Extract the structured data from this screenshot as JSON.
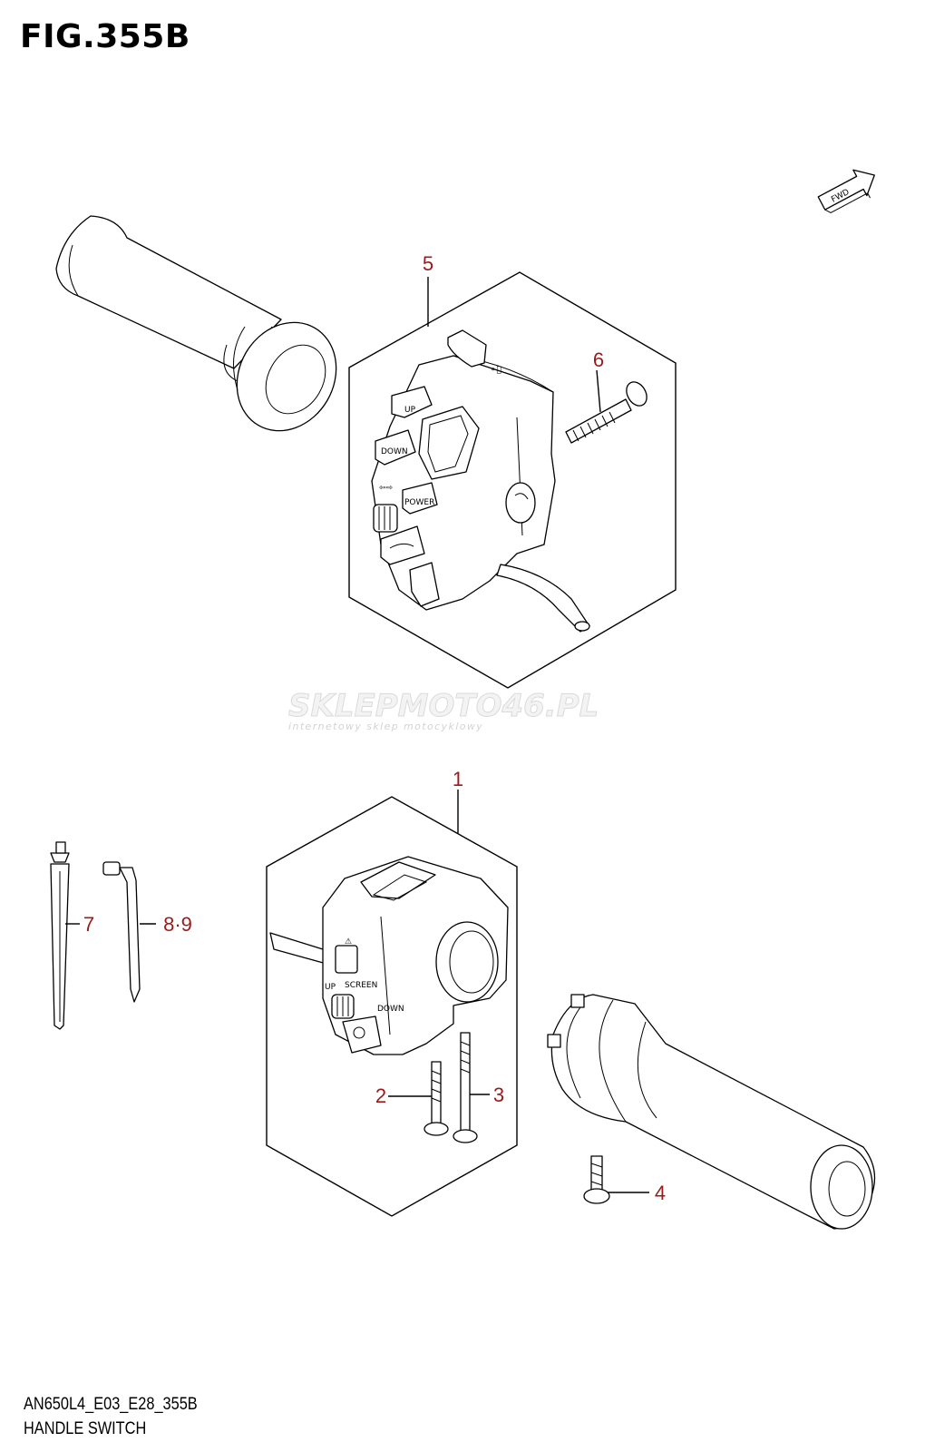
{
  "figure": {
    "title": "FIG.355B",
    "code": "AN650L4_E03_E28_355B",
    "name": "HANDLE SWITCH"
  },
  "direction_marker": {
    "label": "FWD",
    "icon": "fwd-arrow-icon"
  },
  "watermark": {
    "brand": "SKLEPMOTO46.PL",
    "tagline": "internetowy sklep motocyklowy"
  },
  "callouts": {
    "c1": "1",
    "c2": "2",
    "c3": "3",
    "c4": "4",
    "c5": "5",
    "c6": "6",
    "c7": "7",
    "c89": "8·9"
  },
  "switch_labels": {
    "up": "UP",
    "down": "DOWN",
    "power": "POWER",
    "screen": "SCREEN",
    "up_left": "UP",
    "down_left": "DOWN"
  },
  "colors": {
    "callout": "#9b1b1b",
    "line": "#000000",
    "watermark": "#d7d7d7"
  }
}
